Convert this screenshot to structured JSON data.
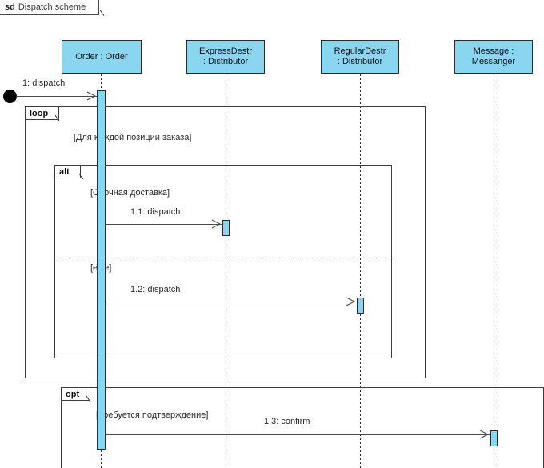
{
  "diagram": {
    "kind_keyword": "sd",
    "title": "Dispatch scheme"
  },
  "lifelines": [
    {
      "id": "order",
      "name": "order-lifeline",
      "line1": "Order : Order",
      "line2": ""
    },
    {
      "id": "expressdestr",
      "name": "expressdestr-lifeline",
      "line1": "ExpressDestr",
      "line2": ": Distributor"
    },
    {
      "id": "regulardestr",
      "name": "regulardestr-lifeline",
      "line1": "RegularDestr",
      "line2": ": Distributor"
    },
    {
      "id": "messenger",
      "name": "messenger-lifeline",
      "line1": "Message :",
      "line2": "Messanger"
    }
  ],
  "messages": [
    {
      "id": "m1",
      "label": "1: dispatch",
      "from": "start-node",
      "to": "order"
    },
    {
      "id": "m11",
      "label": "1.1: dispatch",
      "from": "order",
      "to": "expressdestr"
    },
    {
      "id": "m12",
      "label": "1.2: dispatch",
      "from": "order",
      "to": "regulardestr"
    },
    {
      "id": "m13",
      "label": "1.3: confirm",
      "from": "order",
      "to": "messenger"
    }
  ],
  "fragments": [
    {
      "id": "loop",
      "operator": "loop",
      "guard": "[Для каждой позиции заказа]"
    },
    {
      "id": "alt",
      "operator": "alt",
      "guard": "[Срочная доставка]",
      "else_guard": "[else]"
    },
    {
      "id": "opt",
      "operator": "opt",
      "guard": "[Требуется подтверждение]"
    }
  ],
  "colors": {
    "lifeline_fill": "#8ad5f0",
    "lifeline_border": "#2b2b2b",
    "line": "#4a4a4a",
    "frame": "#3d3d3d",
    "text": "#2b2b2b",
    "start_node": "#000000",
    "background": "#ffffff"
  }
}
